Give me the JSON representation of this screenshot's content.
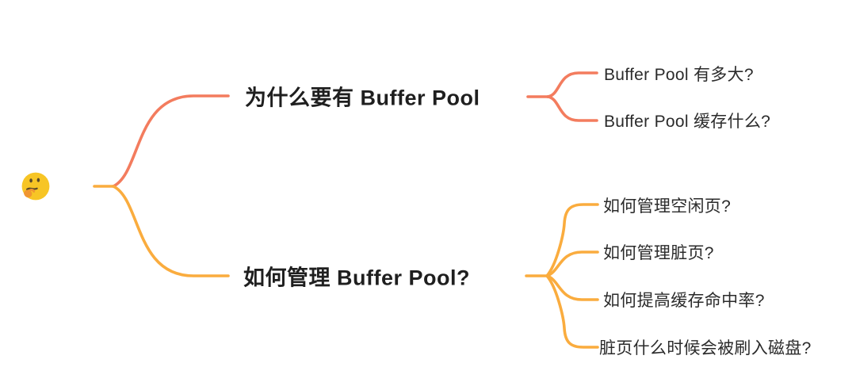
{
  "diagram": {
    "type": "mindmap",
    "root": {
      "icon": "thinking-face-emoji"
    },
    "branches": [
      {
        "label": "为什么要有 Buffer Pool",
        "color": "#F37C5E",
        "children": [
          {
            "label": "Buffer Pool 有多大?"
          },
          {
            "label": "Buffer Pool 缓存什么?"
          }
        ]
      },
      {
        "label": "如何管理 Buffer Pool?",
        "color": "#FAAC3E",
        "children": [
          {
            "label": "如何管理空闲页?"
          },
          {
            "label": "如何管理脏页?"
          },
          {
            "label": "如何提高缓存命中率?"
          },
          {
            "label": "脏页什么时候会被刷入磁盘?"
          }
        ]
      }
    ]
  },
  "colors": {
    "background": "#FFFFFF",
    "branch1": "#F37C5E",
    "branch2": "#FAAC3E",
    "text_main": "#1F1F1F",
    "text_child": "#2B2B2B",
    "emoji_face": "#F7C525",
    "emoji_features": "#5B4A29",
    "emoji_hand": "#F09632"
  }
}
